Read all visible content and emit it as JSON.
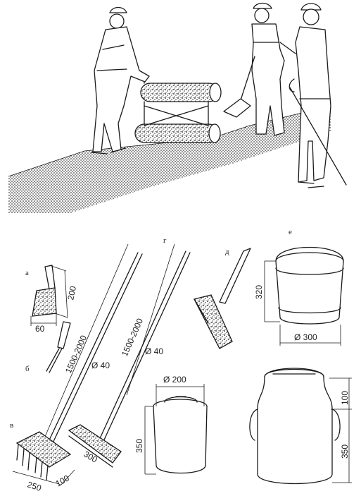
{
  "labels": {
    "a": "а",
    "b": "б",
    "v": "в",
    "g": "г",
    "d": "д",
    "e": "е"
  },
  "dimensions": {
    "spatula_length": "200",
    "spatula_width": "60",
    "rake_handle_length": "1500-2000",
    "rake_handle_diam": "Ø 40",
    "rake_width": "250",
    "rake_depth": "100",
    "scraper_handle_length": "1500-2000",
    "scraper_handle_diam": "Ø 40",
    "scraper_width": "300",
    "small_bucket_diam": "Ø 200",
    "small_bucket_height": "350",
    "bucket_height": "320",
    "bucket_diam": "Ø 300",
    "can_top": "100",
    "can_height": "350"
  },
  "colors": {
    "ink": "#1a1a1a",
    "background": "#ffffff"
  }
}
